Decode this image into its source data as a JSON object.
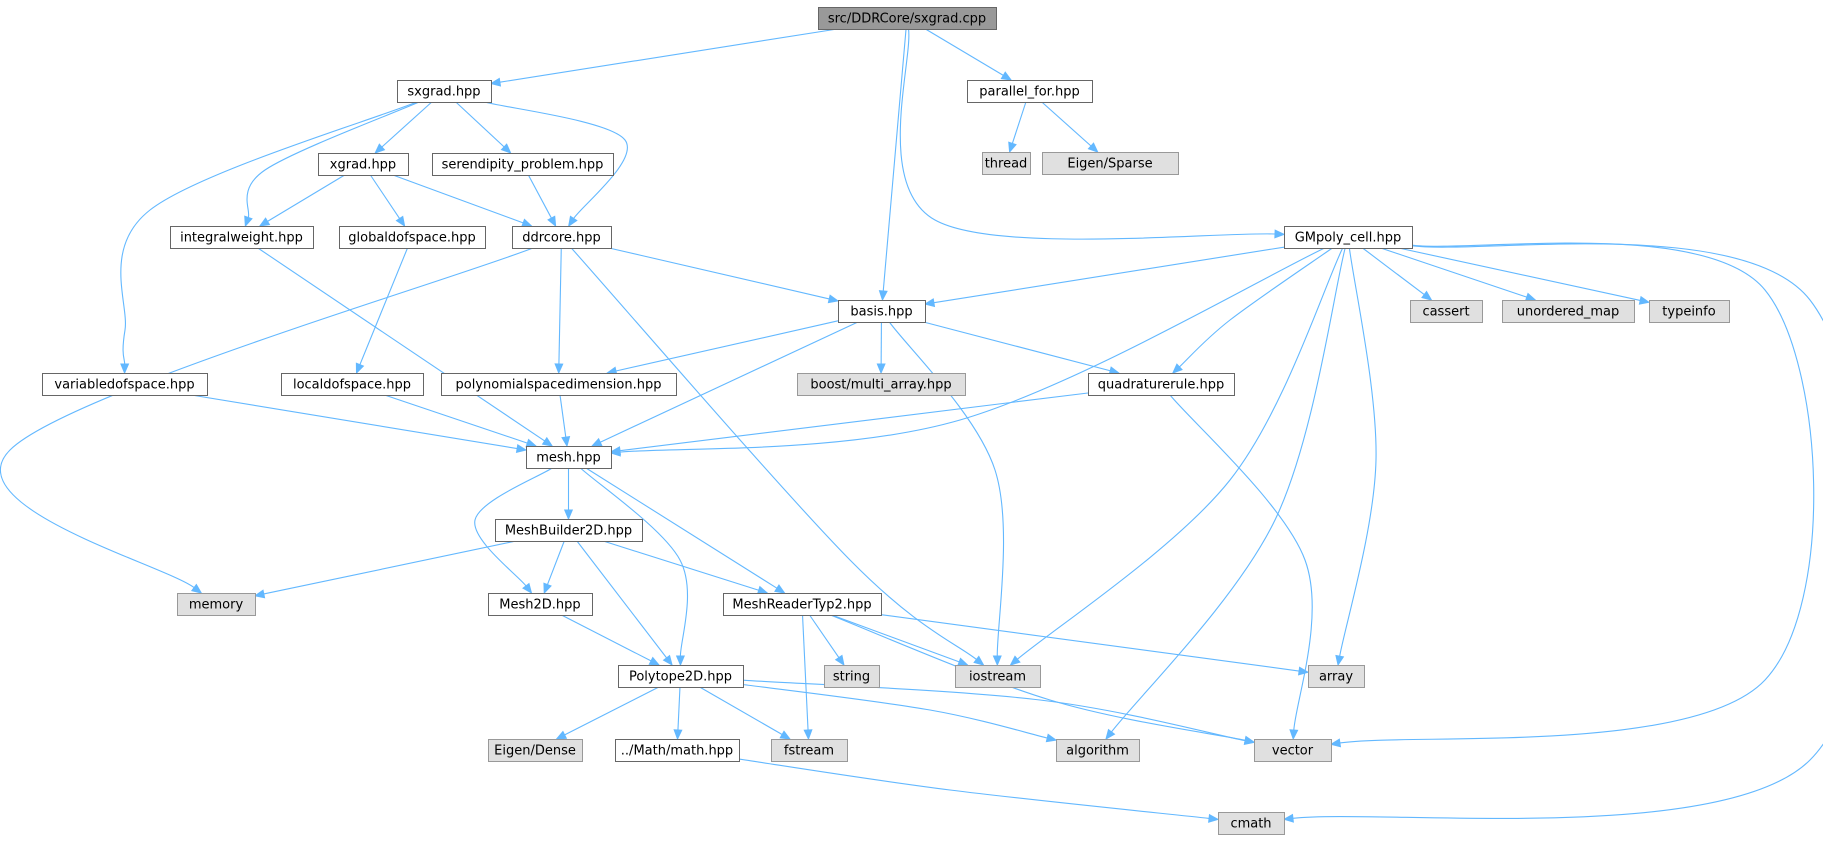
{
  "diagram": {
    "kind": "include-dependency-graph",
    "colors": {
      "edge": "#63b8ff",
      "root_fill": "#999999",
      "file_fill": "#ffffff",
      "system_fill": "#e0e0e0",
      "border": "#666666"
    },
    "nodes": [
      {
        "id": "root",
        "label": "src/DDRCore/sxgrad.cpp",
        "kind": "root"
      },
      {
        "id": "sxgrad",
        "label": "sxgrad.hpp",
        "kind": "file"
      },
      {
        "id": "parallel_for",
        "label": "parallel_for.hpp",
        "kind": "file"
      },
      {
        "id": "thread",
        "label": "thread",
        "kind": "system"
      },
      {
        "id": "eigen_sparse",
        "label": "Eigen/Sparse",
        "kind": "system"
      },
      {
        "id": "xgrad",
        "label": "xgrad.hpp",
        "kind": "file"
      },
      {
        "id": "serendipity",
        "label": "serendipity_problem.hpp",
        "kind": "file"
      },
      {
        "id": "integralweight",
        "label": "integralweight.hpp",
        "kind": "file"
      },
      {
        "id": "globaldofspace",
        "label": "globaldofspace.hpp",
        "kind": "file"
      },
      {
        "id": "ddrcore",
        "label": "ddrcore.hpp",
        "kind": "file"
      },
      {
        "id": "gmpoly",
        "label": "GMpoly_cell.hpp",
        "kind": "file"
      },
      {
        "id": "basis",
        "label": "basis.hpp",
        "kind": "file"
      },
      {
        "id": "cassert",
        "label": "cassert",
        "kind": "system"
      },
      {
        "id": "unordered_map",
        "label": "unordered_map",
        "kind": "system"
      },
      {
        "id": "typeinfo",
        "label": "typeinfo",
        "kind": "system"
      },
      {
        "id": "variabledofspace",
        "label": "variabledofspace.hpp",
        "kind": "file"
      },
      {
        "id": "localdofspace",
        "label": "localdofspace.hpp",
        "kind": "file"
      },
      {
        "id": "polyspacedim",
        "label": "polynomialspacedimension.hpp",
        "kind": "file"
      },
      {
        "id": "boost_multi",
        "label": "boost/multi_array.hpp",
        "kind": "system"
      },
      {
        "id": "quadrature",
        "label": "quadraturerule.hpp",
        "kind": "file"
      },
      {
        "id": "mesh",
        "label": "mesh.hpp",
        "kind": "file"
      },
      {
        "id": "meshbuilder",
        "label": "MeshBuilder2D.hpp",
        "kind": "file"
      },
      {
        "id": "memory",
        "label": "memory",
        "kind": "system"
      },
      {
        "id": "mesh2d",
        "label": "Mesh2D.hpp",
        "kind": "file"
      },
      {
        "id": "meshreader",
        "label": "MeshReaderTyp2.hpp",
        "kind": "file"
      },
      {
        "id": "string",
        "label": "string",
        "kind": "system"
      },
      {
        "id": "iostream",
        "label": "iostream",
        "kind": "system"
      },
      {
        "id": "array",
        "label": "array",
        "kind": "system"
      },
      {
        "id": "polytope",
        "label": "Polytope2D.hpp",
        "kind": "file"
      },
      {
        "id": "eigen_dense",
        "label": "Eigen/Dense",
        "kind": "system"
      },
      {
        "id": "mathhpp",
        "label": "../Math/math.hpp",
        "kind": "file"
      },
      {
        "id": "fstream",
        "label": "fstream",
        "kind": "system"
      },
      {
        "id": "algorithm",
        "label": "algorithm",
        "kind": "system"
      },
      {
        "id": "vector",
        "label": "vector",
        "kind": "system"
      },
      {
        "id": "cmath",
        "label": "cmath",
        "kind": "system"
      }
    ],
    "edges": [
      [
        "root",
        "sxgrad"
      ],
      [
        "root",
        "parallel_for"
      ],
      [
        "root",
        "basis"
      ],
      [
        "root",
        "gmpoly"
      ],
      [
        "parallel_for",
        "thread"
      ],
      [
        "parallel_for",
        "eigen_sparse"
      ],
      [
        "sxgrad",
        "xgrad"
      ],
      [
        "sxgrad",
        "serendipity"
      ],
      [
        "sxgrad",
        "integralweight"
      ],
      [
        "sxgrad",
        "ddrcore"
      ],
      [
        "sxgrad",
        "variabledofspace"
      ],
      [
        "xgrad",
        "integralweight"
      ],
      [
        "xgrad",
        "globaldofspace"
      ],
      [
        "xgrad",
        "ddrcore"
      ],
      [
        "serendipity",
        "ddrcore"
      ],
      [
        "integralweight",
        "mesh"
      ],
      [
        "globaldofspace",
        "localdofspace"
      ],
      [
        "ddrcore",
        "memory"
      ],
      [
        "ddrcore",
        "polyspacedim"
      ],
      [
        "ddrcore",
        "basis"
      ],
      [
        "ddrcore",
        "iostream"
      ],
      [
        "gmpoly",
        "basis"
      ],
      [
        "gmpoly",
        "mesh"
      ],
      [
        "gmpoly",
        "quadrature"
      ],
      [
        "gmpoly",
        "iostream"
      ],
      [
        "gmpoly",
        "algorithm"
      ],
      [
        "gmpoly",
        "array"
      ],
      [
        "gmpoly",
        "cassert"
      ],
      [
        "gmpoly",
        "unordered_map"
      ],
      [
        "gmpoly",
        "typeinfo"
      ],
      [
        "gmpoly",
        "vector"
      ],
      [
        "gmpoly",
        "cmath"
      ],
      [
        "basis",
        "polyspacedim"
      ],
      [
        "basis",
        "mesh"
      ],
      [
        "basis",
        "boost_multi"
      ],
      [
        "basis",
        "quadrature"
      ],
      [
        "basis",
        "iostream"
      ],
      [
        "variabledofspace",
        "mesh"
      ],
      [
        "localdofspace",
        "mesh"
      ],
      [
        "polyspacedim",
        "mesh"
      ],
      [
        "quadrature",
        "mesh"
      ],
      [
        "quadrature",
        "vector"
      ],
      [
        "mesh",
        "meshbuilder"
      ],
      [
        "mesh",
        "mesh2d"
      ],
      [
        "mesh",
        "meshreader"
      ],
      [
        "mesh",
        "polytope"
      ],
      [
        "meshbuilder",
        "memory"
      ],
      [
        "meshbuilder",
        "mesh2d"
      ],
      [
        "meshbuilder",
        "meshreader"
      ],
      [
        "meshbuilder",
        "polytope"
      ],
      [
        "mesh2d",
        "polytope"
      ],
      [
        "meshreader",
        "string"
      ],
      [
        "meshreader",
        "iostream"
      ],
      [
        "meshreader",
        "array"
      ],
      [
        "meshreader",
        "fstream"
      ],
      [
        "meshreader",
        "vector"
      ],
      [
        "polytope",
        "eigen_dense"
      ],
      [
        "polytope",
        "mathhpp"
      ],
      [
        "polytope",
        "fstream"
      ],
      [
        "polytope",
        "algorithm"
      ],
      [
        "polytope",
        "vector"
      ],
      [
        "mathhpp",
        "cmath"
      ]
    ]
  }
}
